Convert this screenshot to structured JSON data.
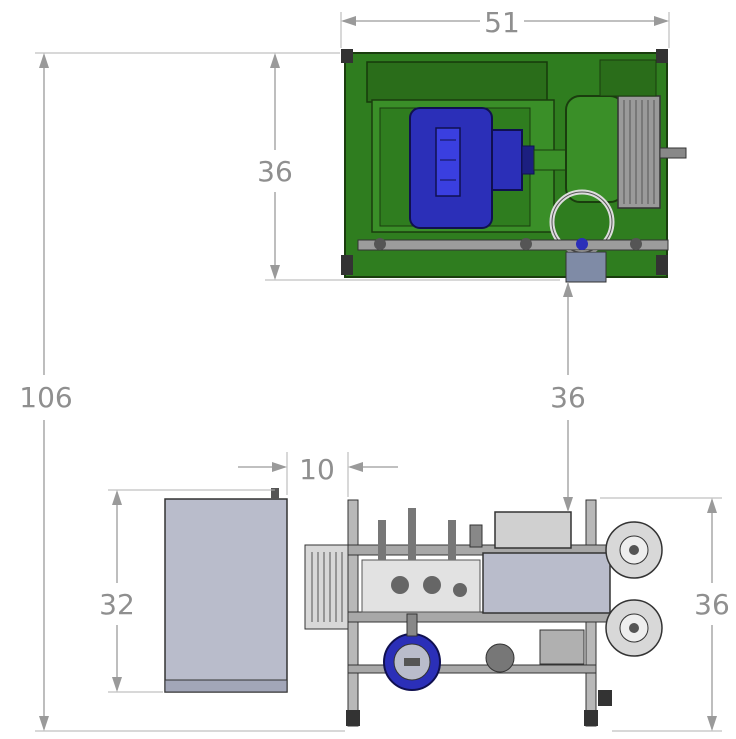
{
  "dimensions": {
    "top_width": "51",
    "top_height": "36",
    "overall_height": "106",
    "gap_between_views": "36",
    "bottom_spacing": "10",
    "tank_height": "32",
    "bottom_right_height": "36"
  },
  "colors": {
    "dimension": "#9a9a9a",
    "frame_green": "#2f7d1f",
    "frame_green_dark": "#1f4f12",
    "motor_blue": "#2b2fb8",
    "tank_gray": "#b9bccb",
    "steel": "#8c8c8c"
  }
}
